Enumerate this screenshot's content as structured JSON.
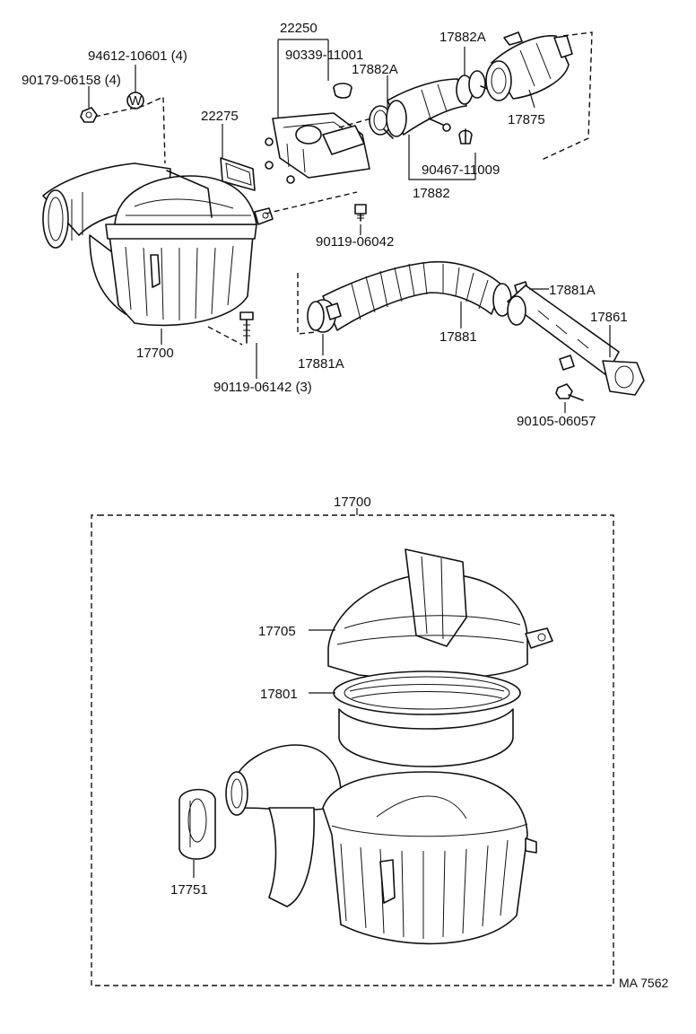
{
  "callouts": {
    "p94612": "94612-10601 (4)",
    "p90179": "90179-06158 (4)",
    "p22275": "22275",
    "p22250": "22250",
    "p90339": "90339-11001",
    "p17882A_top": "17882A",
    "p17882A_mid": "17882A",
    "p17875": "17875",
    "p90467": "90467-11009",
    "p17882": "17882",
    "p90119_06042": "90119-06042",
    "p17700_top": "17700",
    "p90119_06142": "90119-06142 (3)",
    "p17881A_right": "17881A",
    "p17881A_left": "17881A",
    "p17881": "17881",
    "p17861": "17861",
    "p90105": "90105-06057",
    "p17700_bottom": "17700",
    "p17705": "17705",
    "p17801": "17801",
    "p17751": "17751",
    "washer_mark": "W"
  },
  "reference_code": "MA 7562"
}
